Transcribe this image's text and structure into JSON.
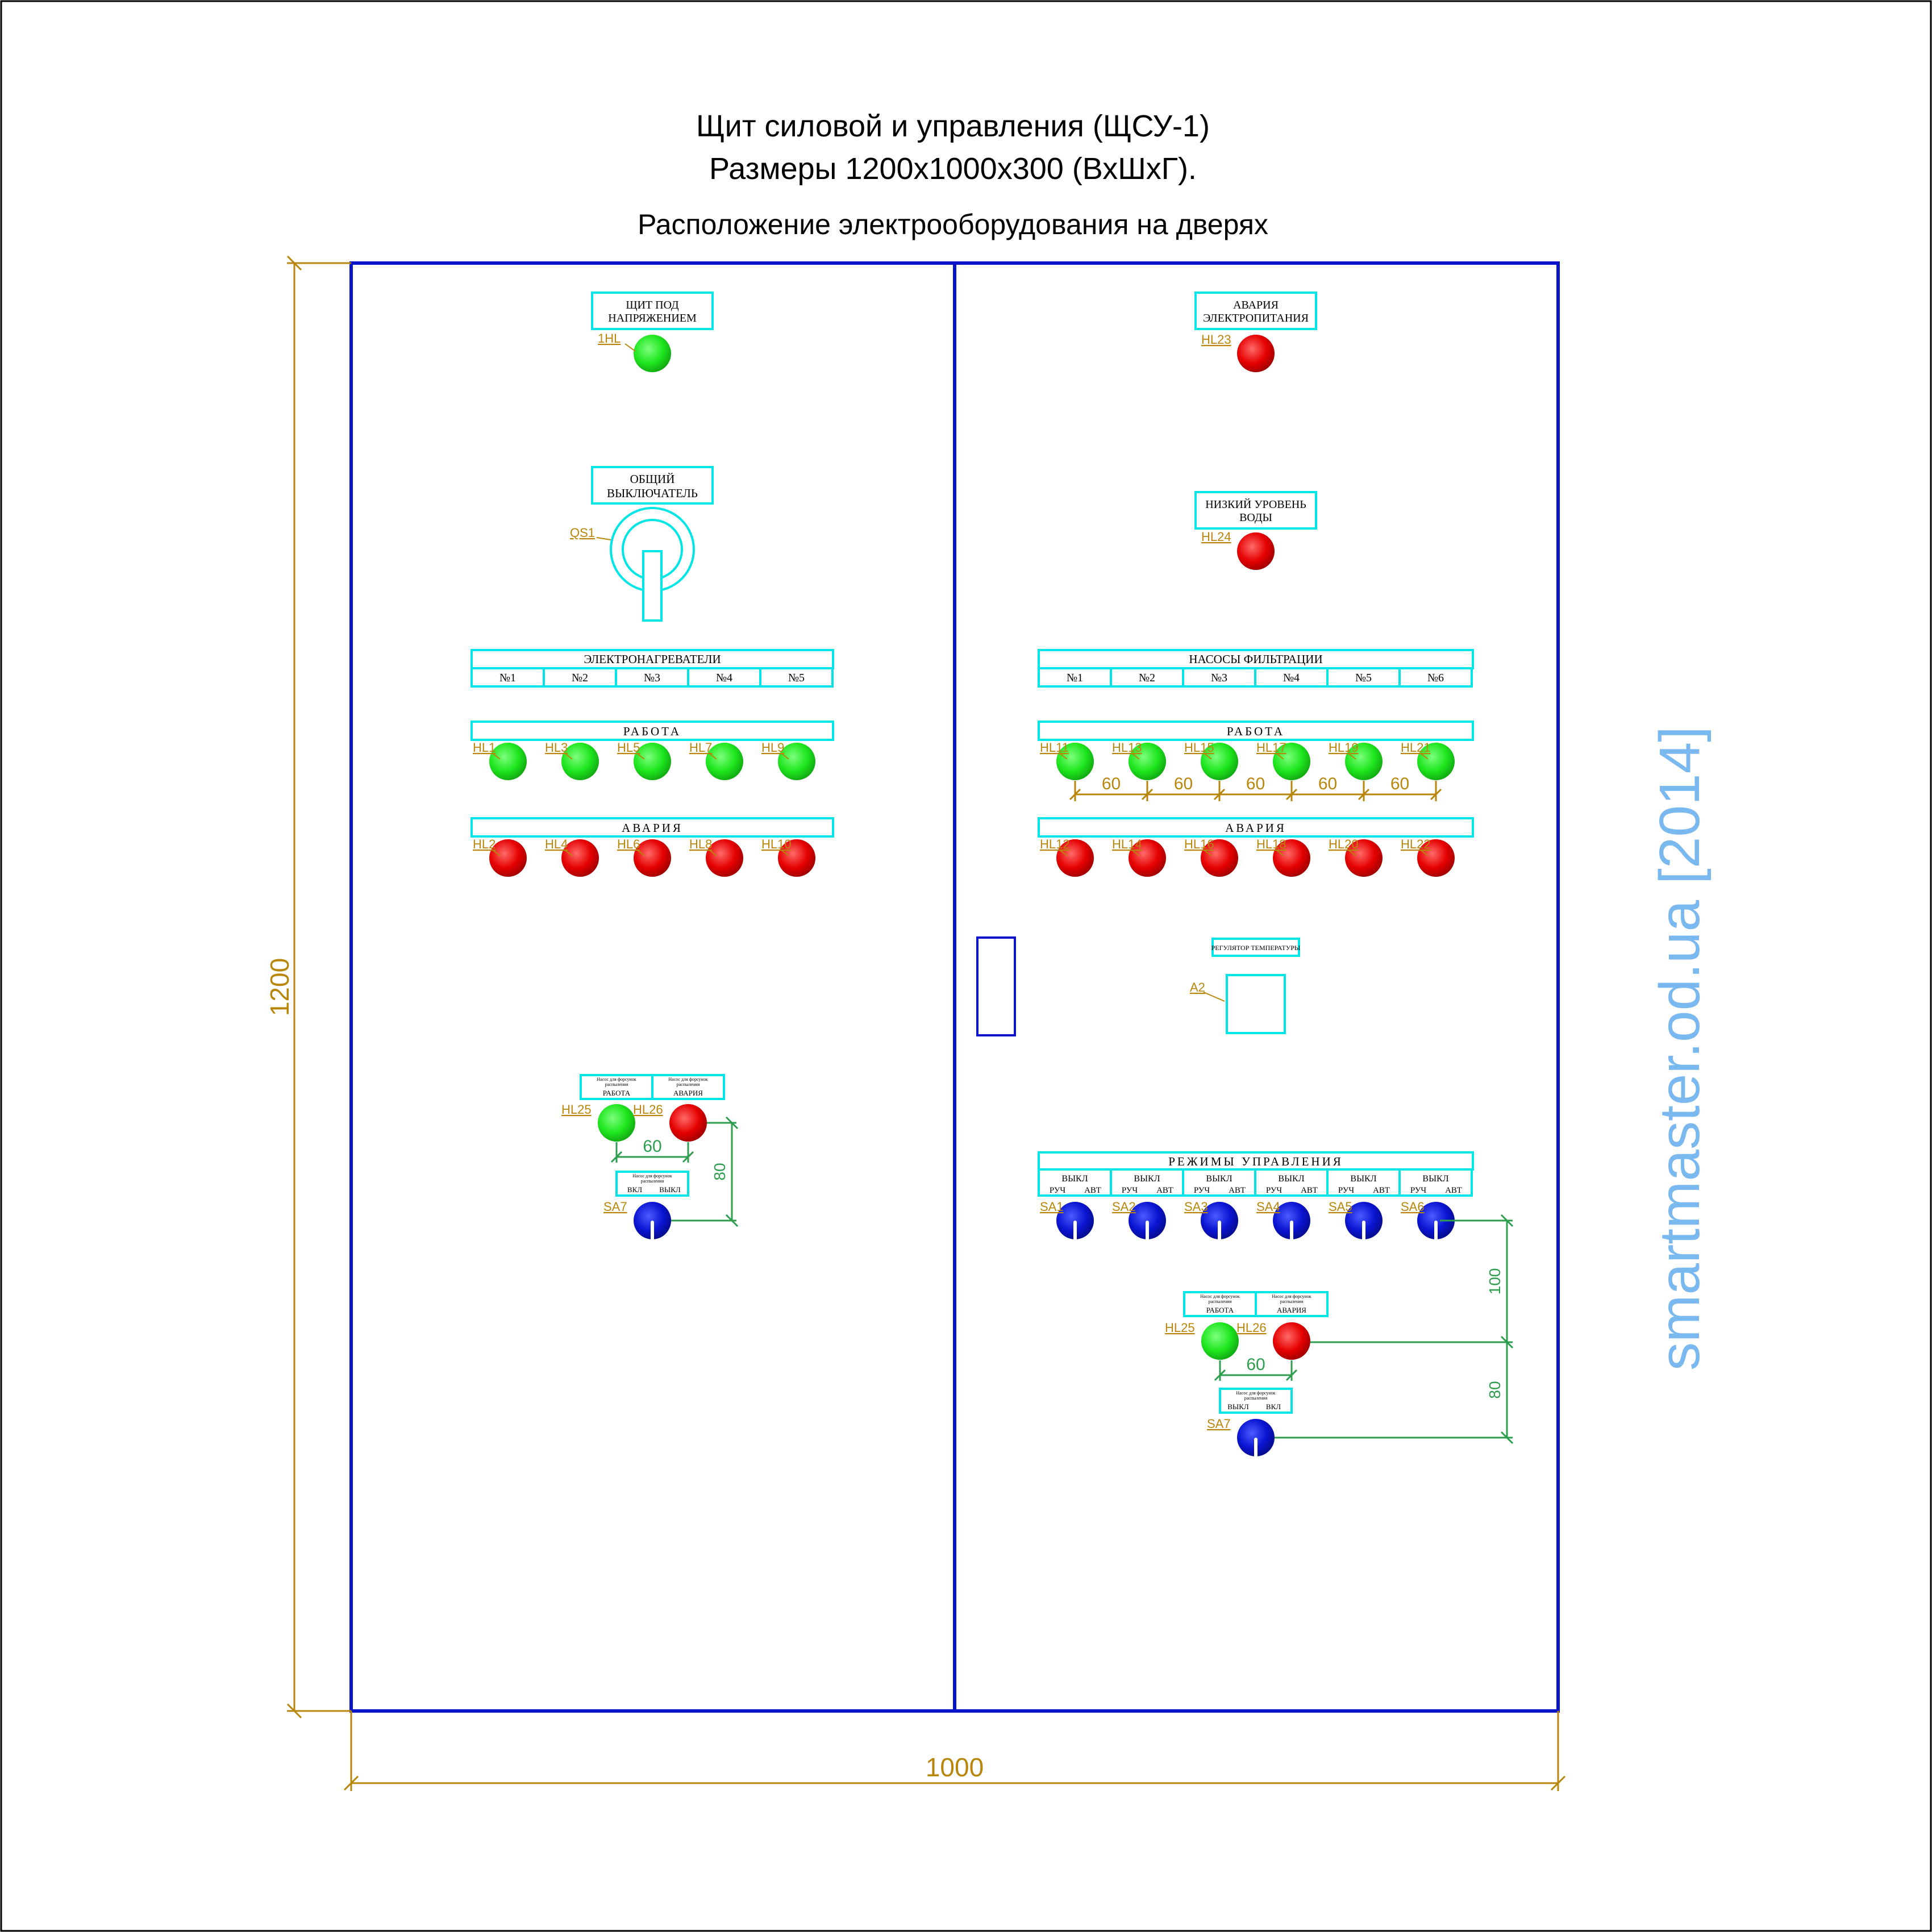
{
  "title": {
    "line1": "Щит силовой и управления (ЩСУ-1)",
    "line2": "Размеры 1200x1000x300 (ВхШхГ).",
    "subtitle": "Расположение электрооборудования на дверях"
  },
  "dimensions": {
    "height": "1200",
    "width": "1000"
  },
  "watermark": "smartmaster.od.ua [2014]",
  "colors": {
    "door_outline": "#0a14c8",
    "plate_outline": "#00e5e5",
    "dimension_line": "#b8860b",
    "spacing_dimension": "#2e9e4e",
    "lamp_green": "#1ee61e",
    "lamp_red": "#e60000",
    "switch_blue": "#0a14d2",
    "watermark": "#7ab8f0"
  },
  "left_door": {
    "power_plate": {
      "line1": "ЩИТ ПОД",
      "line2": "НАПРЯЖЕНИЕМ",
      "lamp_ref": "1HL",
      "lamp_color": "green"
    },
    "main_switch": {
      "line1": "ОБЩИЙ",
      "line2": "ВЫКЛЮЧАТЕЛЬ",
      "ref": "QS1"
    },
    "heaters": {
      "header": "ЭЛЕКТРОНАГРЕВАТЕЛИ",
      "columns": [
        "№1",
        "№2",
        "№3",
        "№4",
        "№5"
      ],
      "work_label": "РАБОТА",
      "work_lamps": [
        "HL1",
        "HL3",
        "HL5",
        "HL7",
        "HL9"
      ],
      "alarm_label": "АВАРИЯ",
      "alarm_lamps": [
        "HL2",
        "HL4",
        "HL6",
        "HL8",
        "HL10"
      ]
    },
    "nozzle_pump": {
      "plate_left": {
        "line1": "Насос для форсунок",
        "line2": "распыления",
        "line3": "РАБОТА"
      },
      "plate_right": {
        "line1": "Насос для форсунок",
        "line2": "распыления",
        "line3": "АВАРИЯ"
      },
      "lamps": [
        "HL25",
        "HL26"
      ],
      "spacing": "60",
      "vertical_spacing": "80",
      "switch_plate": {
        "line1": "Насос для форсунок",
        "line2": "распыления",
        "left": "ВКЛ",
        "right": "ВЫКЛ"
      },
      "switch_ref": "SA7"
    }
  },
  "right_door": {
    "power_fail_plate": {
      "line1": "АВАРИЯ",
      "line2": "ЭЛЕКТРОПИТАНИЯ",
      "lamp_ref": "HL23",
      "lamp_color": "red"
    },
    "low_water_plate": {
      "line1": "НИЗКИЙ УРОВЕНЬ",
      "line2": "ВОДЫ",
      "lamp_ref": "HL24",
      "lamp_color": "red"
    },
    "filter_pumps": {
      "header": "НАСОСЫ ФИЛЬТРАЦИИ",
      "columns": [
        "№1",
        "№2",
        "№3",
        "№4",
        "№5",
        "№6"
      ],
      "work_label": "РАБОТА",
      "work_lamps": [
        "HL11",
        "HL13",
        "HL15",
        "HL17",
        "HL19",
        "HL21"
      ],
      "spacings": [
        "60",
        "60",
        "60",
        "60",
        "60"
      ],
      "alarm_label": "АВАРИЯ",
      "alarm_lamps": [
        "HL12",
        "HL14",
        "HL16",
        "HL18",
        "HL20",
        "HL22"
      ]
    },
    "temp_regulator": {
      "label": "РЕГУЛЯТОР ТЕМПЕРАТУРЫ",
      "ref": "A2"
    },
    "control_modes": {
      "header": "РЕЖИМЫ УПРАВЛЕНИЯ",
      "columns": [
        {
          "top": "ВЫКЛ",
          "left": "РУЧ",
          "right": "АВТ"
        },
        {
          "top": "ВЫКЛ",
          "left": "РУЧ",
          "right": "АВТ"
        },
        {
          "top": "ВЫКЛ",
          "left": "РУЧ",
          "right": "АВТ"
        },
        {
          "top": "ВЫКЛ",
          "left": "РУЧ",
          "right": "АВТ"
        },
        {
          "top": "ВЫКЛ",
          "left": "РУЧ",
          "right": "АВТ"
        },
        {
          "top": "ВЫКЛ",
          "left": "РУЧ",
          "right": "АВТ"
        }
      ],
      "switches": [
        "SA1",
        "SA2",
        "SA3",
        "SA4",
        "SA5",
        "SA6"
      ],
      "vertical_spacing": "100"
    },
    "nozzle_pump": {
      "plate_left": {
        "line1": "Насос для форсунок",
        "line2": "распыления",
        "line3": "РАБОТА"
      },
      "plate_right": {
        "line1": "Насос для форсунок",
        "line2": "распыления",
        "line3": "АВАРИЯ"
      },
      "lamps": [
        "HL25",
        "HL26"
      ],
      "spacing": "60",
      "vertical_spacing": "80",
      "switch_plate": {
        "line1": "Насос для форсунок",
        "line2": "распыления",
        "left": "ВЫКЛ",
        "right": "ВКЛ"
      },
      "switch_ref": "SA7"
    }
  }
}
